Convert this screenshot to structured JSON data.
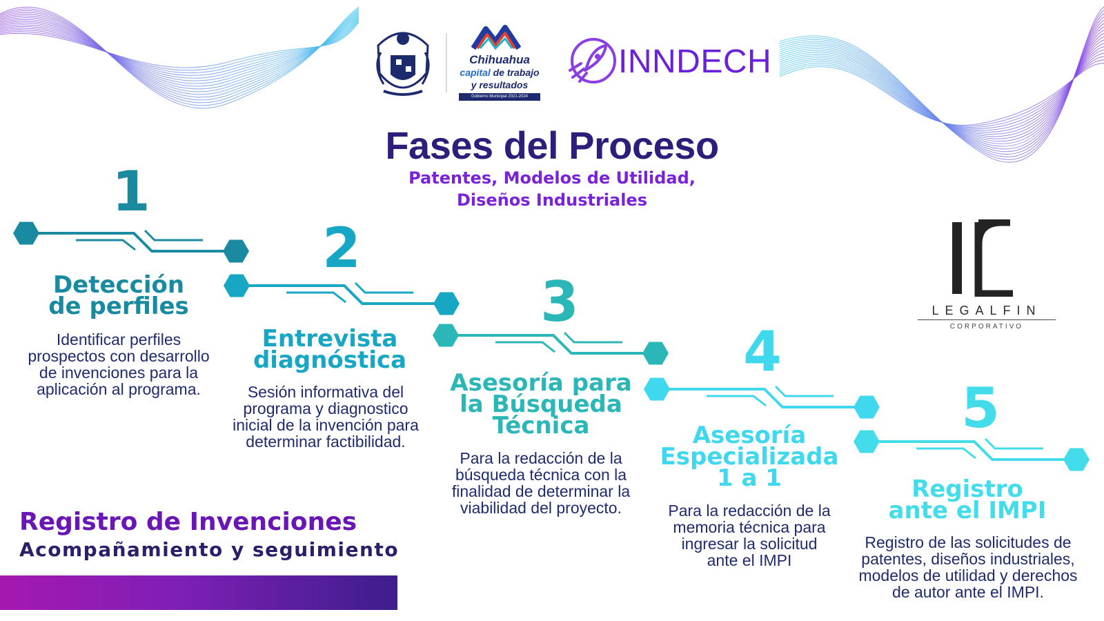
{
  "header": {
    "title": "Fases del Proceso",
    "subtitle_line1": "Patentes, Modelos de Utilidad,",
    "subtitle_line2": "Diseños Industriales"
  },
  "logos": {
    "chihuahua": {
      "line1": "Chihuahua",
      "line2_a": "capital",
      "line2_b": " de trabajo",
      "line3": "y resultados",
      "strip": "Gobierno Municipal 2021-2024"
    },
    "inndech": {
      "name": "INNDECH"
    },
    "legalfin": {
      "name": "LEGALFIN",
      "tagline": "CORPORATIVO"
    }
  },
  "phases": [
    {
      "number": "1",
      "title": [
        "Detección",
        "de perfiles"
      ],
      "description": [
        "Identificar perfiles",
        "prospectos con desarrollo",
        "de invenciones para la",
        "aplicación al  programa."
      ],
      "color": "#1a8aa0"
    },
    {
      "number": "2",
      "title": [
        "Entrevista",
        "diagnóstica"
      ],
      "description": [
        "Sesión informativa del",
        "programa y diagnostico",
        "inicial  de la  invención para",
        "determinar factibilidad."
      ],
      "color": "#17a6c4"
    },
    {
      "number": "3",
      "title": [
        "Asesoría para",
        "la Búsqueda",
        "Técnica"
      ],
      "description": [
        "Para la redacción de la",
        "búsqueda técnica con la",
        "finalidad de determinar la",
        "viabilidad del proyecto."
      ],
      "color": "#2bb6b8"
    },
    {
      "number": "4",
      "title": [
        "Asesoría",
        "Especializada",
        "1 a 1"
      ],
      "description": [
        "Para la redacción de la",
        "memoria técnica para",
        "ingresar la solicitud",
        "ante el IMPI"
      ],
      "color": "#3fd8ee"
    },
    {
      "number": "5",
      "title": [
        "Registro",
        "ante el IMPI"
      ],
      "description": [
        "Registro de las solicitudes de",
        "patentes, diseños industriales,",
        "modelos de utilidad y derechos",
        "de autor ante el IMPI."
      ],
      "color": "#42dcea"
    }
  ],
  "footer": {
    "line1": "Registro de Invenciones",
    "line2": "Acompañamiento y seguimiento"
  },
  "colors": {
    "title": "#2e1d7a",
    "subtitle": "#7a22d8",
    "description": "#1f2b6e",
    "wave_cyan": "#45c8f0",
    "wave_purple": "#8a3fe0"
  }
}
